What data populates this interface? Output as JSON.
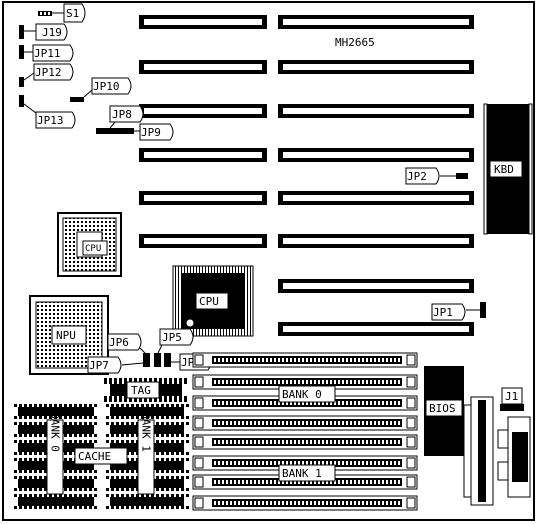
{
  "board": {
    "model": "MH2665",
    "labels": {
      "s1": "S1",
      "j19": "J19",
      "jp11": "JP11",
      "jp12": "JP12",
      "jp13": "JP13",
      "jp10": "JP10",
      "jp8": "JP8",
      "jp9": "JP9",
      "jp2": "JP2",
      "jp1": "JP1",
      "jp6": "JP6",
      "jp5": "JP5",
      "jp7": "JP7",
      "jp4": "JP4",
      "j1": "J1",
      "kbd": "KBD",
      "cpu_socket": "CPU",
      "cpu": "CPU",
      "npu": "NPU",
      "tag": "TAG",
      "cache": "CACHE",
      "bank0_cache": "BANK 0",
      "bank1_cache": "BANK 1",
      "bank0": "BANK 0",
      "bank1": "BANK 1",
      "bios": "BIOS"
    }
  }
}
